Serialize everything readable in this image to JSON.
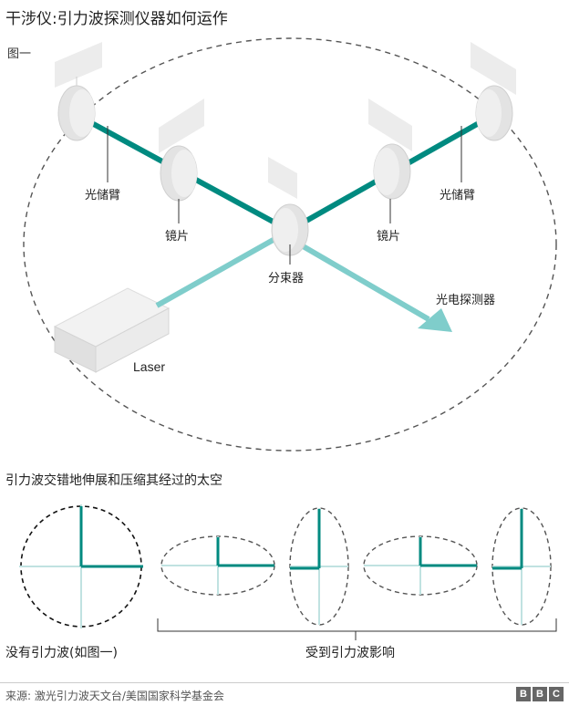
{
  "title": "干涉仪:引力波探测仪器如何运作",
  "figure_label": "图一",
  "labels": {
    "arm_left": "光储臂",
    "arm_right": "光储臂",
    "mirror_left": "镜片",
    "mirror_right": "镜片",
    "splitter": "分束器",
    "detector": "光电探测器",
    "laser": "Laser"
  },
  "section_title": "引力波交错地伸展和压缩其经过的太空",
  "captions": {
    "no_wave": "没有引力波(如图一)",
    "with_wave": "受到引力波影响"
  },
  "source": "来源: 激光引力波天文台/美国国家科学基金会",
  "logo": [
    "B",
    "B",
    "C"
  ],
  "colors": {
    "arm_beam": "#008a80",
    "laser_beam": "#7fcdcb",
    "dashed": "#555555",
    "component": "#e6e6e6"
  }
}
